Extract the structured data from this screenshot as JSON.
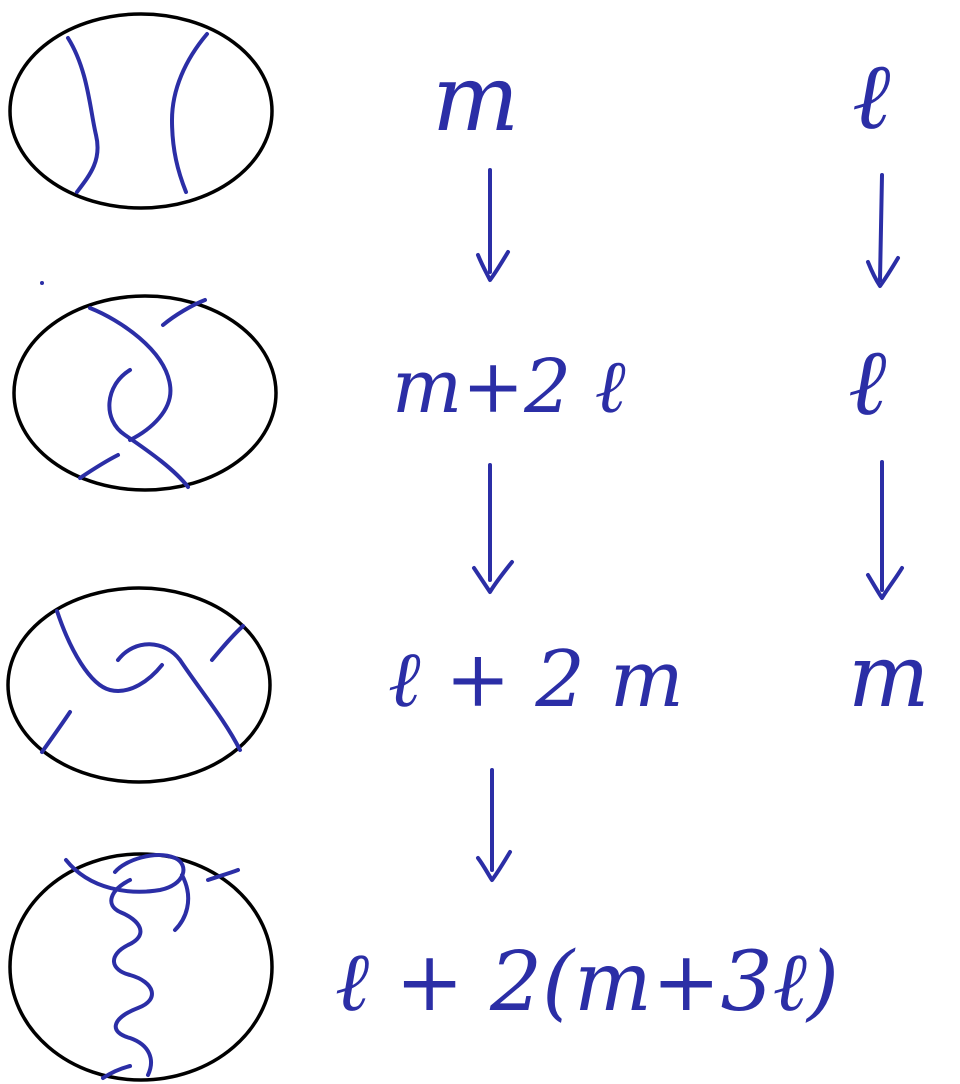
{
  "colors": {
    "ink": "#2b2ea6",
    "outline": "#000000",
    "background": "#ffffff"
  },
  "left_column": {
    "row1": "m",
    "row2": "m+2 ℓ",
    "row3": "ℓ + 2 m",
    "row4": "ℓ + 2(m+3ℓ)"
  },
  "right_column": {
    "row1": "ℓ",
    "row2": "ℓ",
    "row3": "m"
  },
  "diagrams": [
    {
      "name": "two-vertical-strands"
    },
    {
      "name": "one-twist"
    },
    {
      "name": "two-twist"
    },
    {
      "name": "multi-twist"
    }
  ]
}
